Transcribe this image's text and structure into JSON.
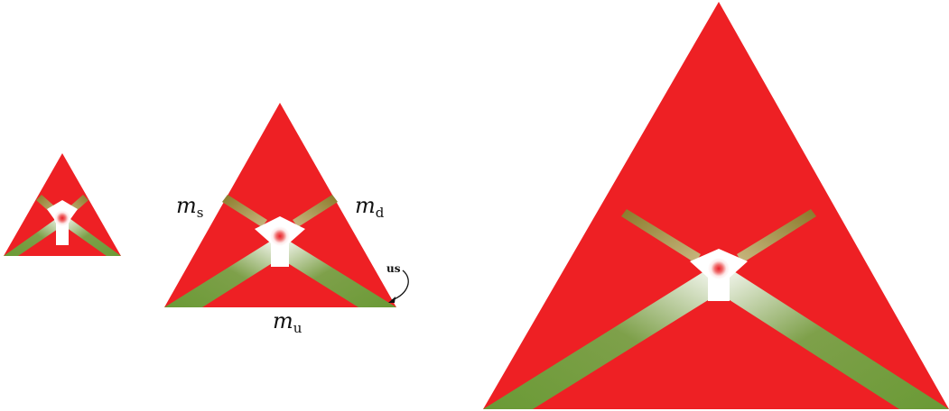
{
  "labels": {
    "m_s": {
      "base": "m",
      "sub": "s"
    },
    "m_d": {
      "base": "m",
      "sub": "d"
    },
    "m_u": {
      "base": "m",
      "sub": "u"
    },
    "us": "us"
  },
  "colors": {
    "triangle_fill": "#ee2024",
    "band_green": "#6a9a35",
    "band_olive": "#8a7a2a",
    "center_white": "#ffffff",
    "center_red": "#e8202a"
  }
}
